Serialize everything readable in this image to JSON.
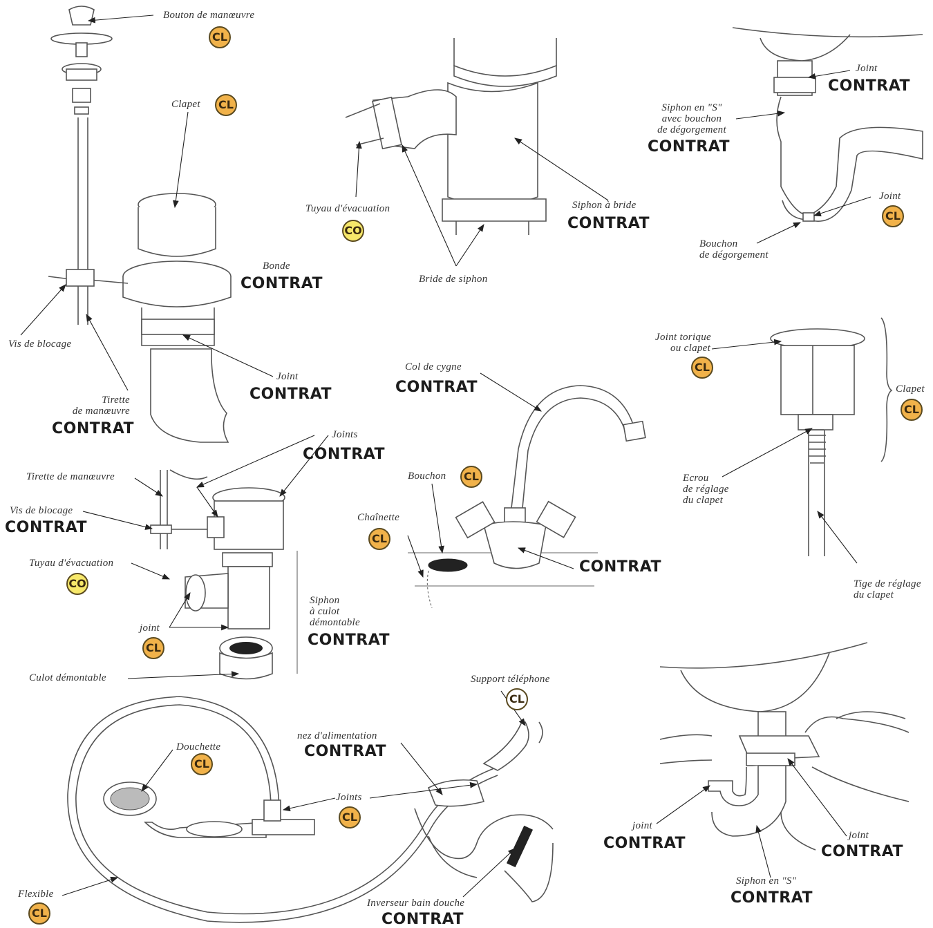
{
  "colors": {
    "cl_badge": "#f1b24a",
    "co_badge": "#f7e86a",
    "ink": "#1c1c1c"
  },
  "bonde": {
    "bouton_label": "Bouton de manœuvre",
    "bouton_badge": "CL",
    "clapet_label": "Clapet",
    "clapet_badge": "CL",
    "bonde_label": "Bonde",
    "bonde_contrat": "CONTRAT",
    "vis_label": "Vis de blocage",
    "tirette_label_1": "Tirette",
    "tirette_label_2": "de manœuvre",
    "tirette_contrat": "CONTRAT",
    "joint_label": "Joint",
    "joint_contrat": "CONTRAT"
  },
  "siphon_bride": {
    "tuyau_label": "Tuyau d'évacuation",
    "tuyau_badge": "CO",
    "siphon_label": "Siphon à bride",
    "siphon_contrat": "CONTRAT",
    "bride_label": "Bride de siphon"
  },
  "siphon_s_top": {
    "joint_top_label": "Joint",
    "joint_top_contrat": "CONTRAT",
    "siphon_label_1": "Siphon en \"S\"",
    "siphon_label_2": "avec bouchon",
    "siphon_label_3": "de dégorgement",
    "siphon_contrat": "CONTRAT",
    "joint_bottom_label": "Joint",
    "joint_bottom_badge": "CL",
    "bouchon_label_1": "Bouchon",
    "bouchon_label_2": "de dégorgement"
  },
  "clapet_detail": {
    "joint_torique_1": "Joint torique",
    "joint_torique_2": "ou clapet",
    "joint_torique_badge": "CL",
    "clapet_label": "Clapet",
    "clapet_badge": "CL",
    "ecrou_1": "Ecrou",
    "ecrou_2": "de réglage",
    "ecrou_3": "du clapet",
    "tige_1": "Tige de réglage",
    "tige_2": "du clapet"
  },
  "robinet": {
    "col_label": "Col de cygne",
    "col_contrat": "CONTRAT",
    "bouchon_label": "Bouchon",
    "bouchon_badge": "CL",
    "chainette_label": "Chaînette",
    "chainette_badge": "CL",
    "contrat": "CONTRAT"
  },
  "siphon_culot": {
    "joints_label": "Joints",
    "joints_contrat": "CONTRAT",
    "tirette_label": "Tirette de manœuvre",
    "vis_label": "Vis de blocage",
    "vis_contrat": "CONTRAT",
    "tuyau_label": "Tuyau d'évacuation",
    "tuyau_badge": "CO",
    "joint_label": "joint",
    "joint_badge": "CL",
    "culot_label": "Culot démontable",
    "siphon_label_1": "Siphon",
    "siphon_label_2": "à culot",
    "siphon_label_3": "démontable",
    "siphon_contrat": "CONTRAT"
  },
  "douche": {
    "support_label": "Support téléphone",
    "support_badge": "CL",
    "nez_label": "nez d'alimentation",
    "nez_contrat": "CONTRAT",
    "douchette_label": "Douchette",
    "douchette_badge": "CL",
    "joints_label": "Joints",
    "joints_badge": "CL",
    "flexible_label": "Flexible",
    "flexible_badge": "CL",
    "inverseur_label": "Inverseur bain douche",
    "inverseur_contrat": "CONTRAT"
  },
  "siphon_s_bottom": {
    "joint_left_label": "joint",
    "joint_left_contrat": "CONTRAT",
    "joint_right_label": "joint",
    "joint_right_contrat": "CONTRAT",
    "siphon_label": "Siphon en \"S\"",
    "siphon_contrat": "CONTRAT"
  }
}
